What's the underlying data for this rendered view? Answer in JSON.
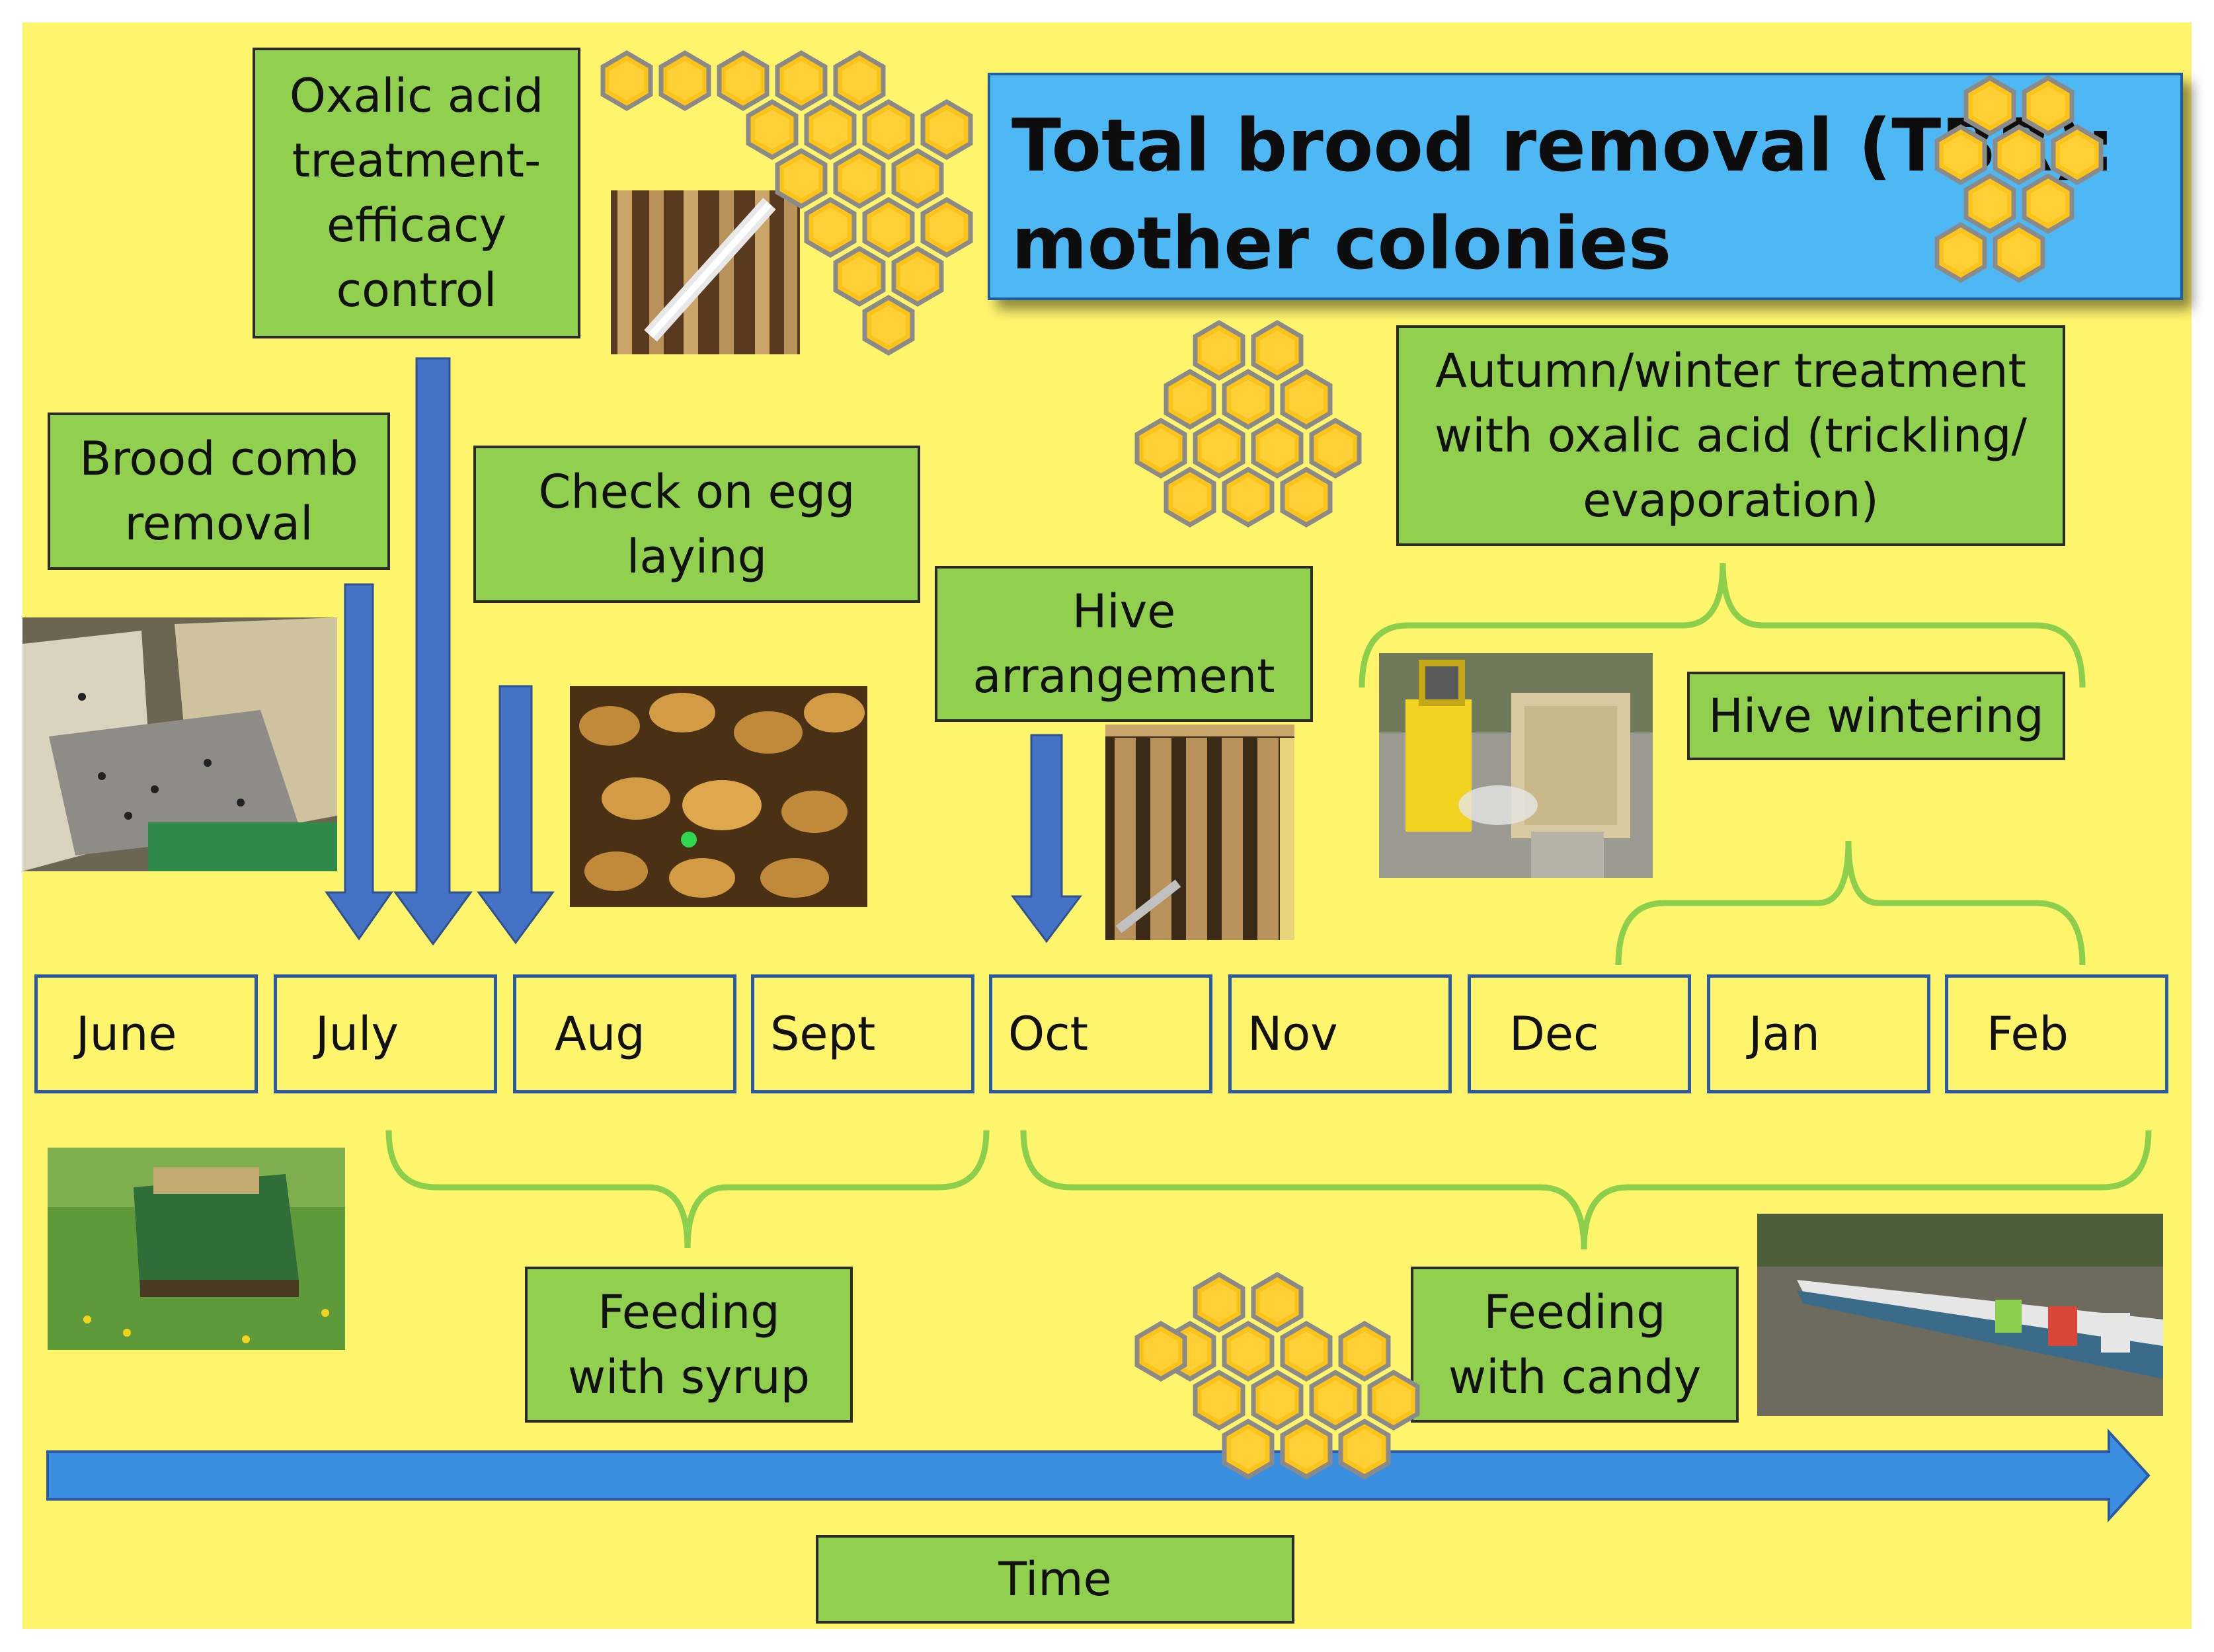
{
  "title": {
    "line1": "Total brood removal (TBR):",
    "line2": "mother colonies"
  },
  "steps": {
    "oxalic_control": [
      "Oxalic acid",
      "treatment-",
      "efficacy",
      "control"
    ],
    "brood_removal": [
      "Brood comb",
      "removal"
    ],
    "egg_laying": [
      "Check on egg",
      "laying"
    ],
    "hive_arrangement": [
      "Hive",
      "arrangement"
    ],
    "autumn_treatment": [
      "Autumn/winter treatment",
      "with oxalic acid (trickling/",
      "evaporation)"
    ],
    "hive_wintering": "Hive wintering",
    "feeding_syrup": [
      "Feeding",
      "with syrup"
    ],
    "feeding_candy": [
      "Feeding",
      "with candy"
    ]
  },
  "months": [
    "June",
    "July",
    "Aug",
    "Sept",
    "Oct",
    "Nov",
    "Dec",
    "Jan",
    "Feb"
  ],
  "time_label": "Time",
  "colors": {
    "background": "#fff56d",
    "box_green": "#91cf4f",
    "title_blue": "#4db8f4",
    "arrow_blue": "#4472c4",
    "bracket_green": "#8ccf4d",
    "honeycomb": "#fcc419"
  }
}
